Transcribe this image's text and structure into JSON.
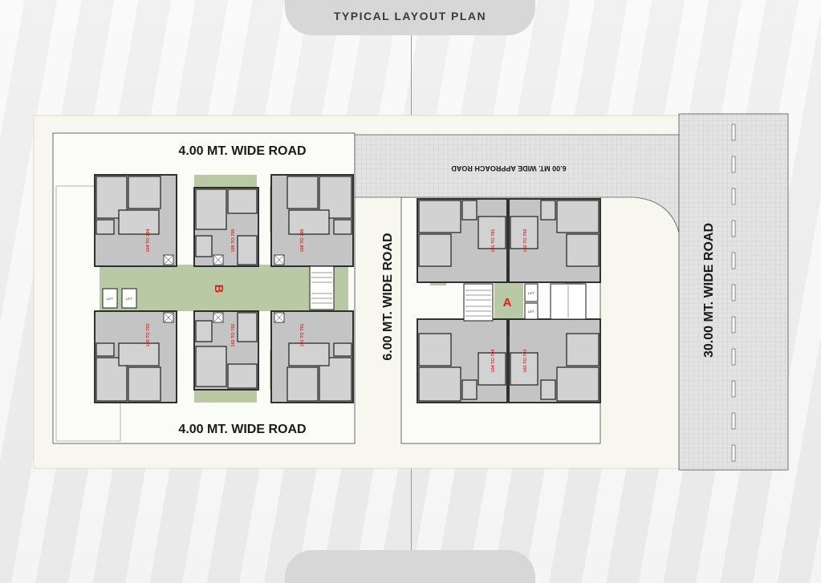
{
  "title": "TYPICAL LAYOUT PLAN",
  "roads": {
    "top": "4.00 MT. WIDE ROAD",
    "bottom": "4.00 MT. WIDE ROAD",
    "middle": "6.00 MT. WIDE ROAD",
    "right": "30.00 MT. WIDE ROAD",
    "approach": "6.00 MT. WIDE APPROACH ROAD"
  },
  "wings": {
    "b": {
      "label": "B",
      "units": [
        "104 TO 704",
        "105 TO 705",
        "106 TO 706",
        "103 TO 703",
        "102 TO 702",
        "101 TO 701"
      ]
    },
    "a": {
      "label": "A",
      "units": [
        "101 TO 701",
        "102 TO 702",
        "104 TO 704",
        "103 TO 703"
      ]
    }
  },
  "lift_label": "LIFT",
  "colors": {
    "unit_gray": "#bdbdbd",
    "room_gray": "#c8c8c8",
    "wall": "#1e1e1e",
    "green": "#b9c9a3",
    "plot": "#f7f7f0",
    "road_grid": "#e0e0e0",
    "label_red": "#d0342c"
  }
}
